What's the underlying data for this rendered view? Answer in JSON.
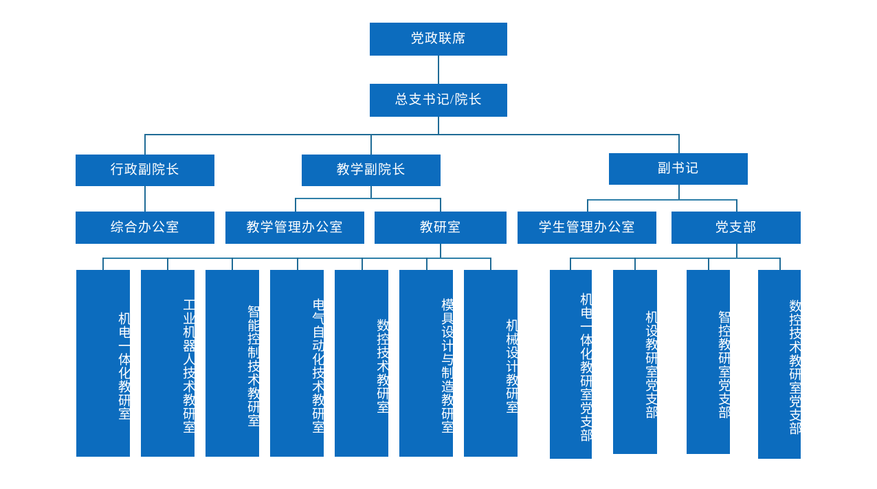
{
  "chart": {
    "type": "organization-chart",
    "title": "党政联席组织架构图",
    "accent_color": "#0C6CBE",
    "connector_color": "#1F6B96",
    "text_color": "#FFFFFF",
    "background": "#FFFFFF"
  },
  "nodes": {
    "root": {
      "label": "党政联席",
      "level": 1
    },
    "secretary_dean": {
      "label": "总支书记/院长",
      "level": 2
    },
    "vp_admin": {
      "label": "行政副院长",
      "level": 3
    },
    "vp_teaching": {
      "label": "教学副院长",
      "level": 3
    },
    "deputy_secretary": {
      "label": "副书记",
      "level": 3
    },
    "general_office": {
      "label": "综合办公室",
      "level": 4
    },
    "teaching_admin_office": {
      "label": "教学管理办公室",
      "level": 4
    },
    "teaching_research_office": {
      "label": "教研室",
      "level": 4
    },
    "student_admin_office": {
      "label": "学生管理办公室",
      "level": 4
    },
    "party_branch": {
      "label": "党支部",
      "level": 4
    }
  },
  "teaching_research_children": [
    {
      "label": "机电一体化教研室"
    },
    {
      "label": "工业机器人技术教研室"
    },
    {
      "label": "智能控制技术教研室"
    },
    {
      "label": "电气自动化技术教研室"
    },
    {
      "label": "数控技术教研室"
    },
    {
      "label": "模具设计与制造教研室"
    },
    {
      "label": "机械设计教研室"
    }
  ],
  "party_branch_children": [
    {
      "label": "机电一体化教研室党支部"
    },
    {
      "label": "机设教研室党支部"
    },
    {
      "label": "智控教研室党支部"
    },
    {
      "label": "数控技术教研室党支部"
    }
  ]
}
